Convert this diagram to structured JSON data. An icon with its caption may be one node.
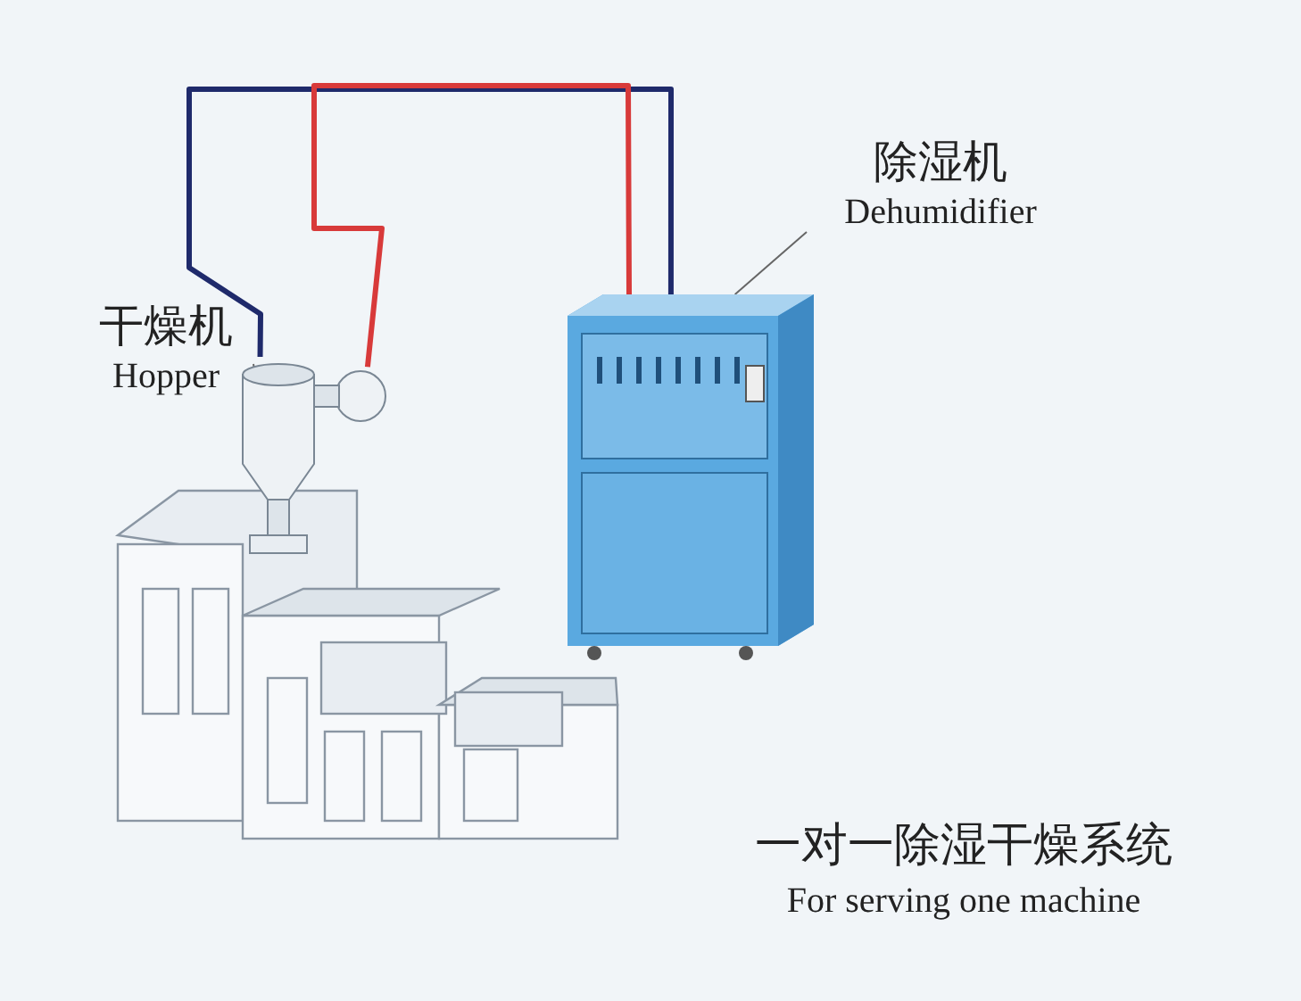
{
  "diagram": {
    "nodes": [
      {
        "text": [
          "除湿机",
          "Dehumidifier"
        ]
      },
      {
        "text": [
          "干燥机",
          "Hopper"
        ]
      },
      {
        "text": [],
        "shape": "picture"
      },
      {
        "text": [],
        "shape": "picture"
      }
    ],
    "edges": [
      {
        "from": 0,
        "to": 3,
        "arrow": "none"
      },
      {
        "from": 1,
        "to": 2,
        "arrow": "none"
      },
      {
        "from": 3,
        "to": 2,
        "arrow": "none",
        "style": "thick",
        "color": "#1f2a6b"
      },
      {
        "from": 3,
        "to": 2,
        "arrow": "none",
        "style": "thick",
        "color": "#d83a3a"
      }
    ],
    "labels": [
      "一对一除湿干燥系统",
      "For serving one machine"
    ]
  }
}
